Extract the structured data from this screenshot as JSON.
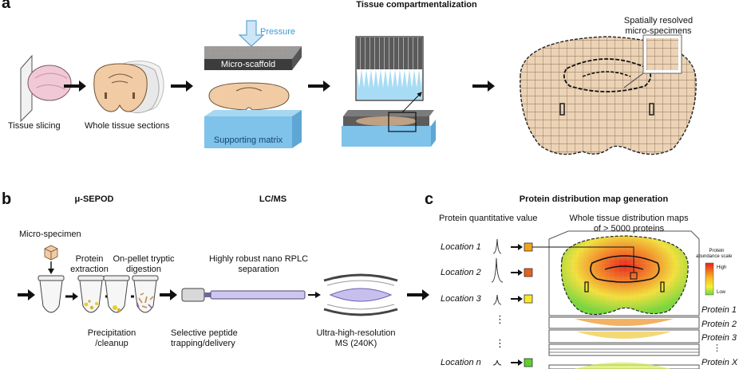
{
  "panel_a": {
    "letter": "a",
    "title": "Tissue compartmentalization",
    "tissue_slicing": "Tissue slicing",
    "whole_tissue_sections": "Whole tissue sections",
    "pressure": "Pressure",
    "micro_scaffold": "Micro-scaffold",
    "supporting_matrix": "Supporting matrix",
    "spatially_resolved_1": "Spatially resolved",
    "spatially_resolved_2": "micro-specimens"
  },
  "panel_b": {
    "letter": "b",
    "title_sepod": "μ-SEPOD",
    "title_lcms": "LC/MS",
    "micro_specimen": "Micro-specimen",
    "protein_extraction_1": "Protein",
    "protein_extraction_2": "extraction",
    "on_pellet_1": "On-pellet tryptic",
    "on_pellet_2": "digestion",
    "nano_rplc_1": "Highly robust nano RPLC",
    "nano_rplc_2": "separation",
    "precipitation_1": "Precipitation",
    "precipitation_2": "/cleanup",
    "selective_1": "Selective peptide",
    "selective_2": "trapping/delivery",
    "uhr_ms_1": "Ultra-high-resolution",
    "uhr_ms_2": "MS (240K)"
  },
  "panel_c": {
    "letter": "c",
    "title": "Protein distribution map generation",
    "quant_value": "Protein quantitative value",
    "whole_maps_1": "Whole tissue distribution maps",
    "whole_maps_2": "of > 5000 proteins",
    "location_1": "Location 1",
    "location_2": "Location 2",
    "location_3": "Location 3",
    "location_n": "Location n",
    "protein_1": "Protein 1",
    "protein_2": "Protein 2",
    "protein_3": "Protein 3",
    "protein_x": "Protein X",
    "legend_title_1": "Protein",
    "legend_title_2": "abundance scale",
    "legend_high": "High",
    "legend_low": "Low",
    "dots": "⋮",
    "colors": {
      "location_1": "#f4a21c",
      "location_2": "#e8601c",
      "location_3": "#f7e82a",
      "location_n": "#5dd12a"
    }
  }
}
